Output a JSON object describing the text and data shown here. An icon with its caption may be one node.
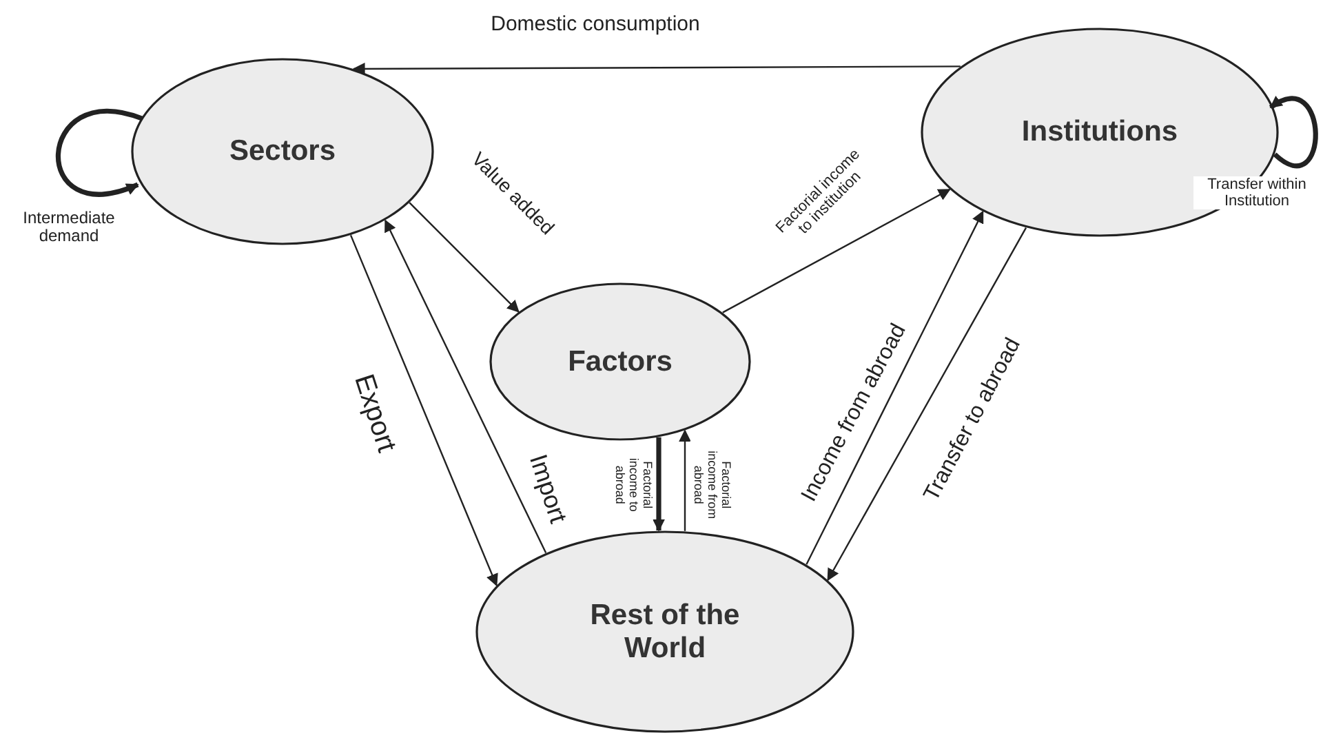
{
  "diagram": {
    "nodes": [
      {
        "text": [
          "Sectors"
        ]
      },
      {
        "text": [
          "Institutions"
        ]
      },
      {
        "text": [
          "Factors"
        ]
      },
      {
        "text": [
          "Rest of the World"
        ]
      }
    ],
    "edges": [
      {
        "from": 1,
        "to": 0,
        "arrow": "to",
        "label": "Domestic consumption"
      },
      {
        "from": 0,
        "to": 2,
        "arrow": "to",
        "label": "Value added"
      },
      {
        "from": 2,
        "to": 1,
        "arrow": "to",
        "label": "Factorial income to institution"
      },
      {
        "from": 0,
        "to": 3,
        "arrow": "to",
        "label": "Export"
      },
      {
        "from": 3,
        "to": 0,
        "arrow": "to",
        "label": "Import"
      },
      {
        "from": 2,
        "to": 3,
        "arrow": "to",
        "label": "Factorial income to abroad",
        "style": "thick"
      },
      {
        "from": 3,
        "to": 2,
        "arrow": "to",
        "label": "Factorial income from abroad"
      },
      {
        "from": 3,
        "to": 1,
        "arrow": "to",
        "label": "Income from abroad"
      },
      {
        "from": 1,
        "to": 3,
        "arrow": "to",
        "label": "Transfer to abroad"
      },
      {
        "from": 0,
        "to": 0,
        "arrow": "to",
        "label": "Intermediate demand",
        "style": "thick"
      },
      {
        "from": 1,
        "to": 1,
        "arrow": "to",
        "label": "Transfer within Institution",
        "style": "thick"
      }
    ]
  }
}
